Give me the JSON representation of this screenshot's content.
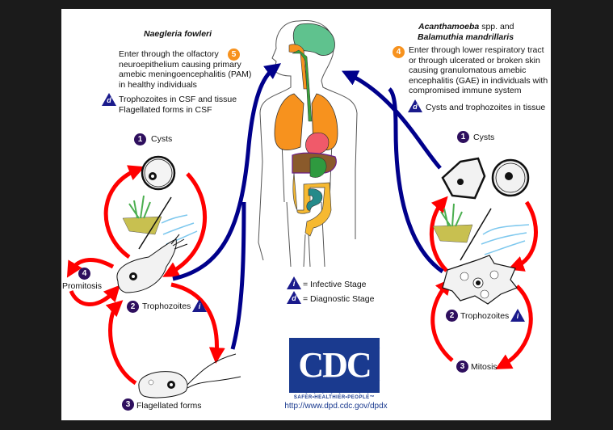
{
  "naegleria": {
    "title": "Naegleria fowleri",
    "entry_number": "5",
    "entry_lines": [
      "Enter through the olfactory",
      "neuroepithelium causing primary",
      "amebic meningoencephalitis (PAM)",
      "in healthy individuals"
    ],
    "diagnostic_badge": "d",
    "diagnostic_lines": [
      "Trophozoites in CSF and tissue",
      "Flagellated forms in CSF"
    ],
    "stages": [
      {
        "number": "1",
        "label": "Cysts"
      },
      {
        "number": "2",
        "label": "Trophozoites",
        "badge": "i"
      },
      {
        "number": "3",
        "label": "Flagellated forms"
      },
      {
        "number": "4",
        "label": "Promitosis"
      }
    ]
  },
  "acanthamoeba": {
    "title_italic_1": "Acanthamoeba",
    "title_plain": " spp. and",
    "title_italic_2": "Balamuthia mandrillaris",
    "entry_number": "4",
    "entry_lines": [
      "Enter through lower respiratory tract",
      "or through ulcerated or broken skin",
      "causing granulomatous amebic",
      "encephalitis (GAE) in individuals with",
      "compromised immune system"
    ],
    "diagnostic_badge": "d",
    "diagnostic_text": "Cysts and trophozoites in tissue",
    "stages": [
      {
        "number": "1",
        "label": "Cysts"
      },
      {
        "number": "2",
        "label": "Trophozoites",
        "badge": "i"
      },
      {
        "number": "3",
        "label": "Mitosis"
      }
    ]
  },
  "legend": {
    "infective": {
      "badge": "i",
      "label": "= Infective Stage"
    },
    "diagnostic": {
      "badge": "d",
      "label": "= Diagnostic Stage"
    }
  },
  "cdc": {
    "logo_text": "CDC",
    "tagline": "SAFER•HEALTHIER•PEOPLE™",
    "url": "http://www.dpd.cdc.gov/dpdx"
  },
  "colors": {
    "background": "#1b1b1b",
    "panel": "#ffffff",
    "stage_number": "#2e0f5e",
    "entry_number": "#f7921e",
    "red_arrow": "#ff0000",
    "blue_arrow": "#00008b",
    "badge_triangle": "#1a1a8c",
    "cdc_blue": "#1a3a8f"
  }
}
